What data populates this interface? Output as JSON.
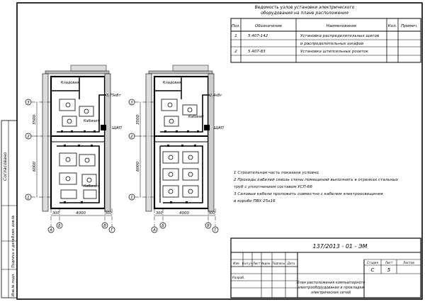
{
  "equipment_table": {
    "title_line1": "Ведомость узлов установки электрического",
    "title_line2": "оборудования на плане расположения",
    "headers": [
      "Поз.",
      "Обозначение",
      "Наименование",
      "Кол.",
      "Примеч."
    ],
    "rows": [
      {
        "pos": "1",
        "code": "5.407-142",
        "name_line1": "Установка распределительных щитов",
        "name_line2": "и распределительных шкафов"
      },
      {
        "pos": "2",
        "code": "5.407-83",
        "name_line1": "Установка штепсельных розеток",
        "name_line2": ""
      }
    ]
  },
  "notes": [
    "1  Строительная часть показана условно",
    "2  Проходы кабелей сквозь стены помещений выполнить в отрезках стальных",
    "    труб с уплотнением составом УСП-66",
    "3  Силовые кабели проложить совместно с кабелем электроосвещения",
    "    в коробе ПВХ 25х16"
  ],
  "plan_left": {
    "power_label": "3,75кВт",
    "room_top": "Кладовая",
    "room_right": "Кабинет",
    "room_bottom": "Кабинет",
    "panel_label": "ЩАП",
    "dims": {
      "bottom_span": "4000",
      "left_top": "3500",
      "left_bottom": "6000",
      "bottom_left_small": "300",
      "bottom_right_small": "300"
    },
    "axes_rows": [
      "3",
      "2",
      "1"
    ],
    "axes_cols": [
      "А",
      "Б",
      "В",
      "Г"
    ]
  },
  "plan_right": {
    "power_label": "2,4кВт",
    "room_top": "Кладовая",
    "room_right": "Кабинет",
    "panel_label": "ЩАП",
    "dims": {
      "bottom_span": "4000",
      "left_top": "3500",
      "left_bottom": "6000",
      "bottom_left_small": "300",
      "bottom_right_small": "300"
    },
    "axes_rows": [
      "3",
      "2",
      "1"
    ],
    "axes_cols": [
      "А",
      "Б",
      "В",
      "Г"
    ]
  },
  "title_block": {
    "doc_code": "137/2013 -  01 -  ЭМ",
    "col_headers": [
      "Изм.",
      "Кол.уч",
      "Лист",
      "№док.",
      "Подпись",
      "Дата"
    ],
    "row_label_author": "Разраб.",
    "stage_headers": [
      "Стадия",
      "Лист",
      "Листов"
    ],
    "stage_value": "С",
    "sheet_value": "5",
    "sheets_value": "",
    "description_line1": "План расположения компьютерного",
    "description_line2": "электрооборудования и прокладки",
    "description_line3": "электрических сетей"
  },
  "side_stamp": {
    "agreed": "Согласовано",
    "inv_original": "Инв.№ подл.",
    "signature_date": "Подпись и дата",
    "inv_replace": "Взам. инв.№"
  }
}
